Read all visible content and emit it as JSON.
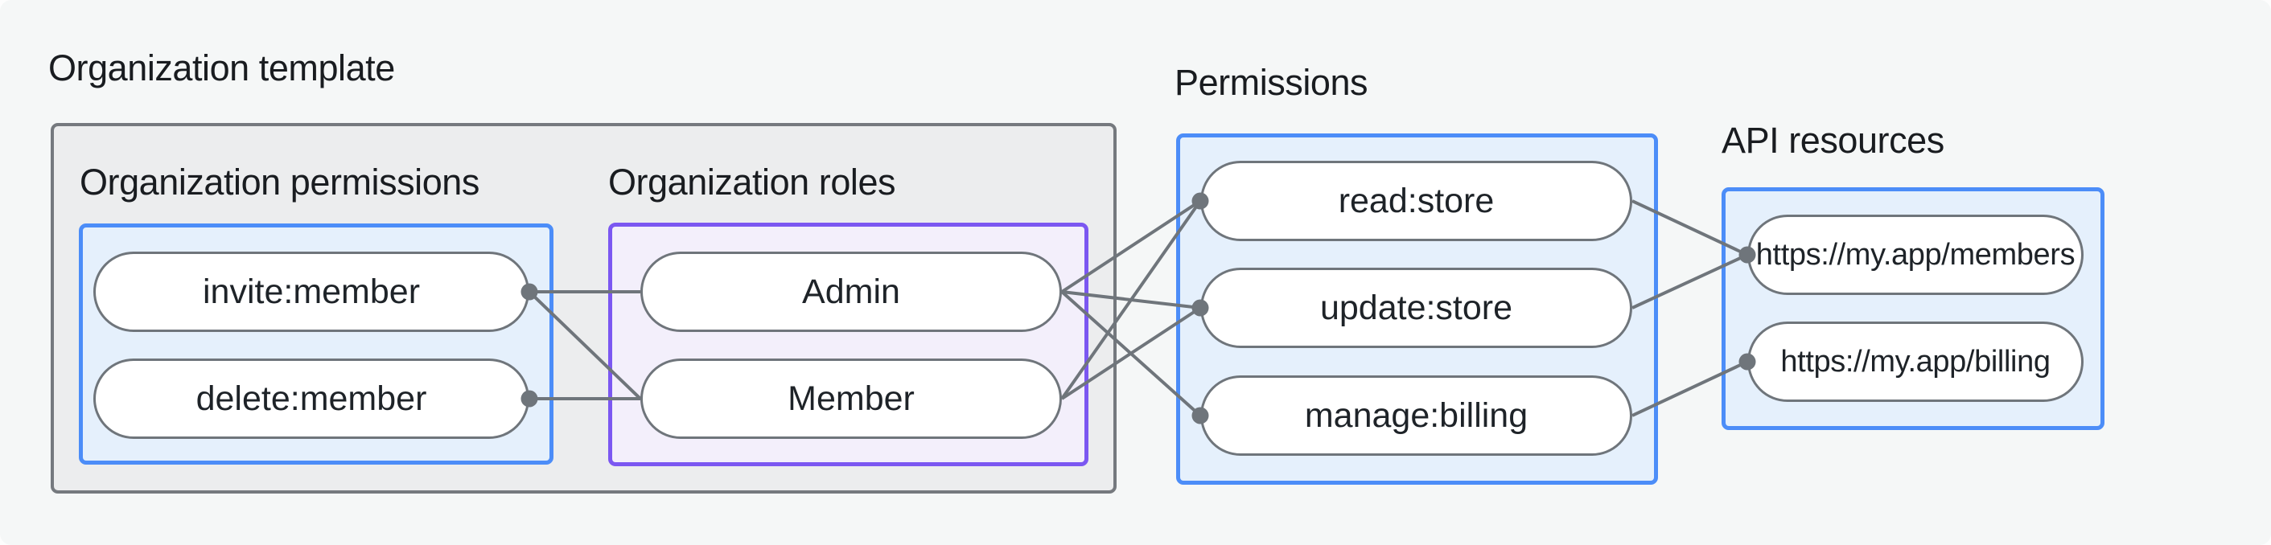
{
  "labels": {
    "organization_template": "Organization template",
    "organization_permissions": "Organization permissions",
    "organization_roles": "Organization roles",
    "permissions": "Permissions",
    "api_resources": "API resources"
  },
  "nodes": {
    "invite_member": {
      "label": "invite:member",
      "dot": "right"
    },
    "delete_member": {
      "label": "delete:member",
      "dot": "right"
    },
    "admin": {
      "label": "Admin",
      "dot": "none"
    },
    "member": {
      "label": "Member",
      "dot": "none"
    },
    "read_store": {
      "label": "read:store",
      "dot": "left"
    },
    "update_store": {
      "label": "update:store",
      "dot": "left"
    },
    "manage_billing": {
      "label": "manage:billing",
      "dot": "left"
    },
    "members_api": {
      "label": "https://my.app/members",
      "dot": "left"
    },
    "billing_api": {
      "label": "https://my.app/billing",
      "dot": "left"
    }
  },
  "edges": [
    {
      "from": "invite_member",
      "to": "admin"
    },
    {
      "from": "invite_member",
      "to": "member"
    },
    {
      "from": "delete_member",
      "to": "member"
    },
    {
      "from": "admin",
      "to": "read_store"
    },
    {
      "from": "admin",
      "to": "update_store"
    },
    {
      "from": "admin",
      "to": "manage_billing"
    },
    {
      "from": "member",
      "to": "read_store"
    },
    {
      "from": "member",
      "to": "update_store"
    },
    {
      "from": "read_store",
      "to": "members_api"
    },
    {
      "from": "update_store",
      "to": "members_api"
    },
    {
      "from": "manage_billing",
      "to": "billing_api"
    }
  ],
  "colors": {
    "background": "#f5f7f7",
    "gray_box_fill": "#ecedee",
    "gray_box_border": "#75797e",
    "blue_box_fill": "#e5f0fc",
    "blue_box_border": "#4c8df8",
    "purple_box_fill": "#f3effb",
    "purple_box_border": "#7b57f1",
    "pill_fill": "#ffffff",
    "pill_border": "#6f757b",
    "line": "#6f757b",
    "dot": "#6f757b",
    "text": "#191c20"
  }
}
